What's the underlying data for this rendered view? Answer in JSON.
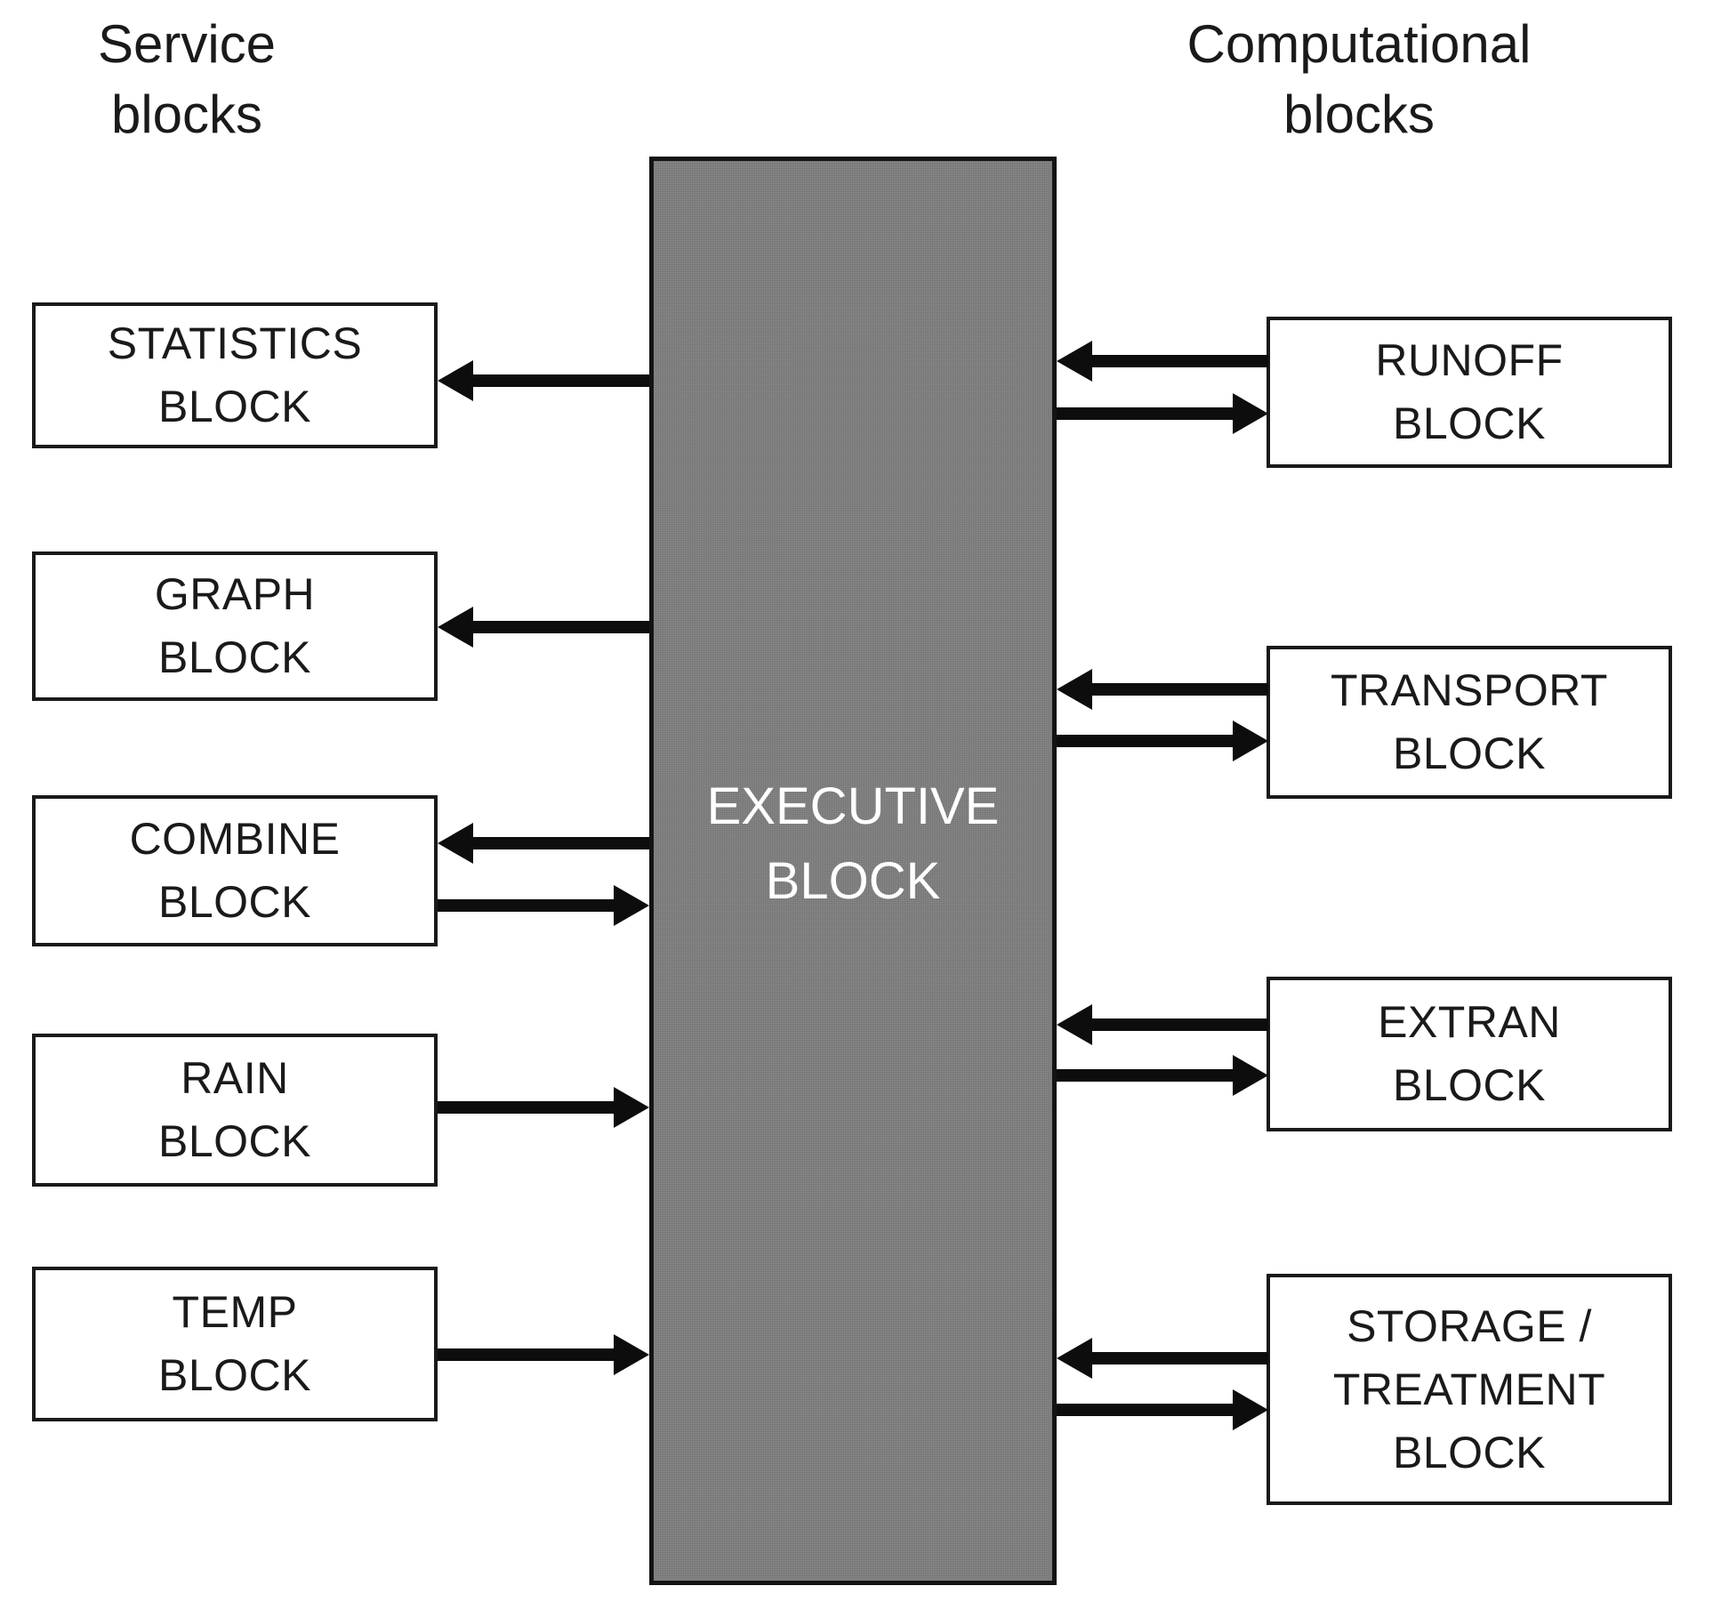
{
  "headings": {
    "left": "Service\nblocks",
    "right": "Computational\nblocks"
  },
  "center": {
    "label": "EXECUTIVE\nBLOCK",
    "fill_color": "#7e7e7e",
    "text_color": "#ffffff"
  },
  "service_blocks": [
    {
      "id": "statistics",
      "lines": [
        "STATISTICS",
        "BLOCK"
      ],
      "arrows": [
        "to-left"
      ]
    },
    {
      "id": "graph",
      "lines": [
        "GRAPH",
        "BLOCK"
      ],
      "arrows": [
        "to-left"
      ]
    },
    {
      "id": "combine",
      "lines": [
        "COMBINE",
        "BLOCK"
      ],
      "arrows": [
        "to-left",
        "to-right"
      ]
    },
    {
      "id": "rain",
      "lines": [
        "RAIN",
        "BLOCK"
      ],
      "arrows": [
        "to-right"
      ]
    },
    {
      "id": "temp",
      "lines": [
        "TEMP",
        "BLOCK"
      ],
      "arrows": [
        "to-right"
      ]
    }
  ],
  "computational_blocks": [
    {
      "id": "runoff",
      "lines": [
        "RUNOFF",
        "BLOCK"
      ],
      "arrows": [
        "to-left",
        "to-right"
      ]
    },
    {
      "id": "transport",
      "lines": [
        "TRANSPORT",
        "BLOCK"
      ],
      "arrows": [
        "to-left",
        "to-right"
      ]
    },
    {
      "id": "extran",
      "lines": [
        "EXTRAN",
        "BLOCK"
      ],
      "arrows": [
        "to-left",
        "to-right"
      ]
    },
    {
      "id": "storage",
      "lines": [
        "STORAGE /",
        "TREATMENT",
        "BLOCK"
      ],
      "arrows": [
        "to-left",
        "to-right"
      ]
    }
  ],
  "blocks": {
    "statistics_l1": "STATISTICS",
    "statistics_l2": "BLOCK",
    "graph_l1": "GRAPH",
    "graph_l2": "BLOCK",
    "combine_l1": "COMBINE",
    "combine_l2": "BLOCK",
    "rain_l1": "RAIN",
    "rain_l2": "BLOCK",
    "temp_l1": "TEMP",
    "temp_l2": "BLOCK",
    "runoff_l1": "RUNOFF",
    "runoff_l2": "BLOCK",
    "transport_l1": "TRANSPORT",
    "transport_l2": "BLOCK",
    "extran_l1": "EXTRAN",
    "extran_l2": "BLOCK",
    "storage_l1": "STORAGE /",
    "storage_l2": "TREATMENT",
    "storage_l3": "BLOCK"
  },
  "style": {
    "border_color": "#1a1a1a",
    "arrow_color": "#0d0d0d",
    "background": "#ffffff"
  }
}
